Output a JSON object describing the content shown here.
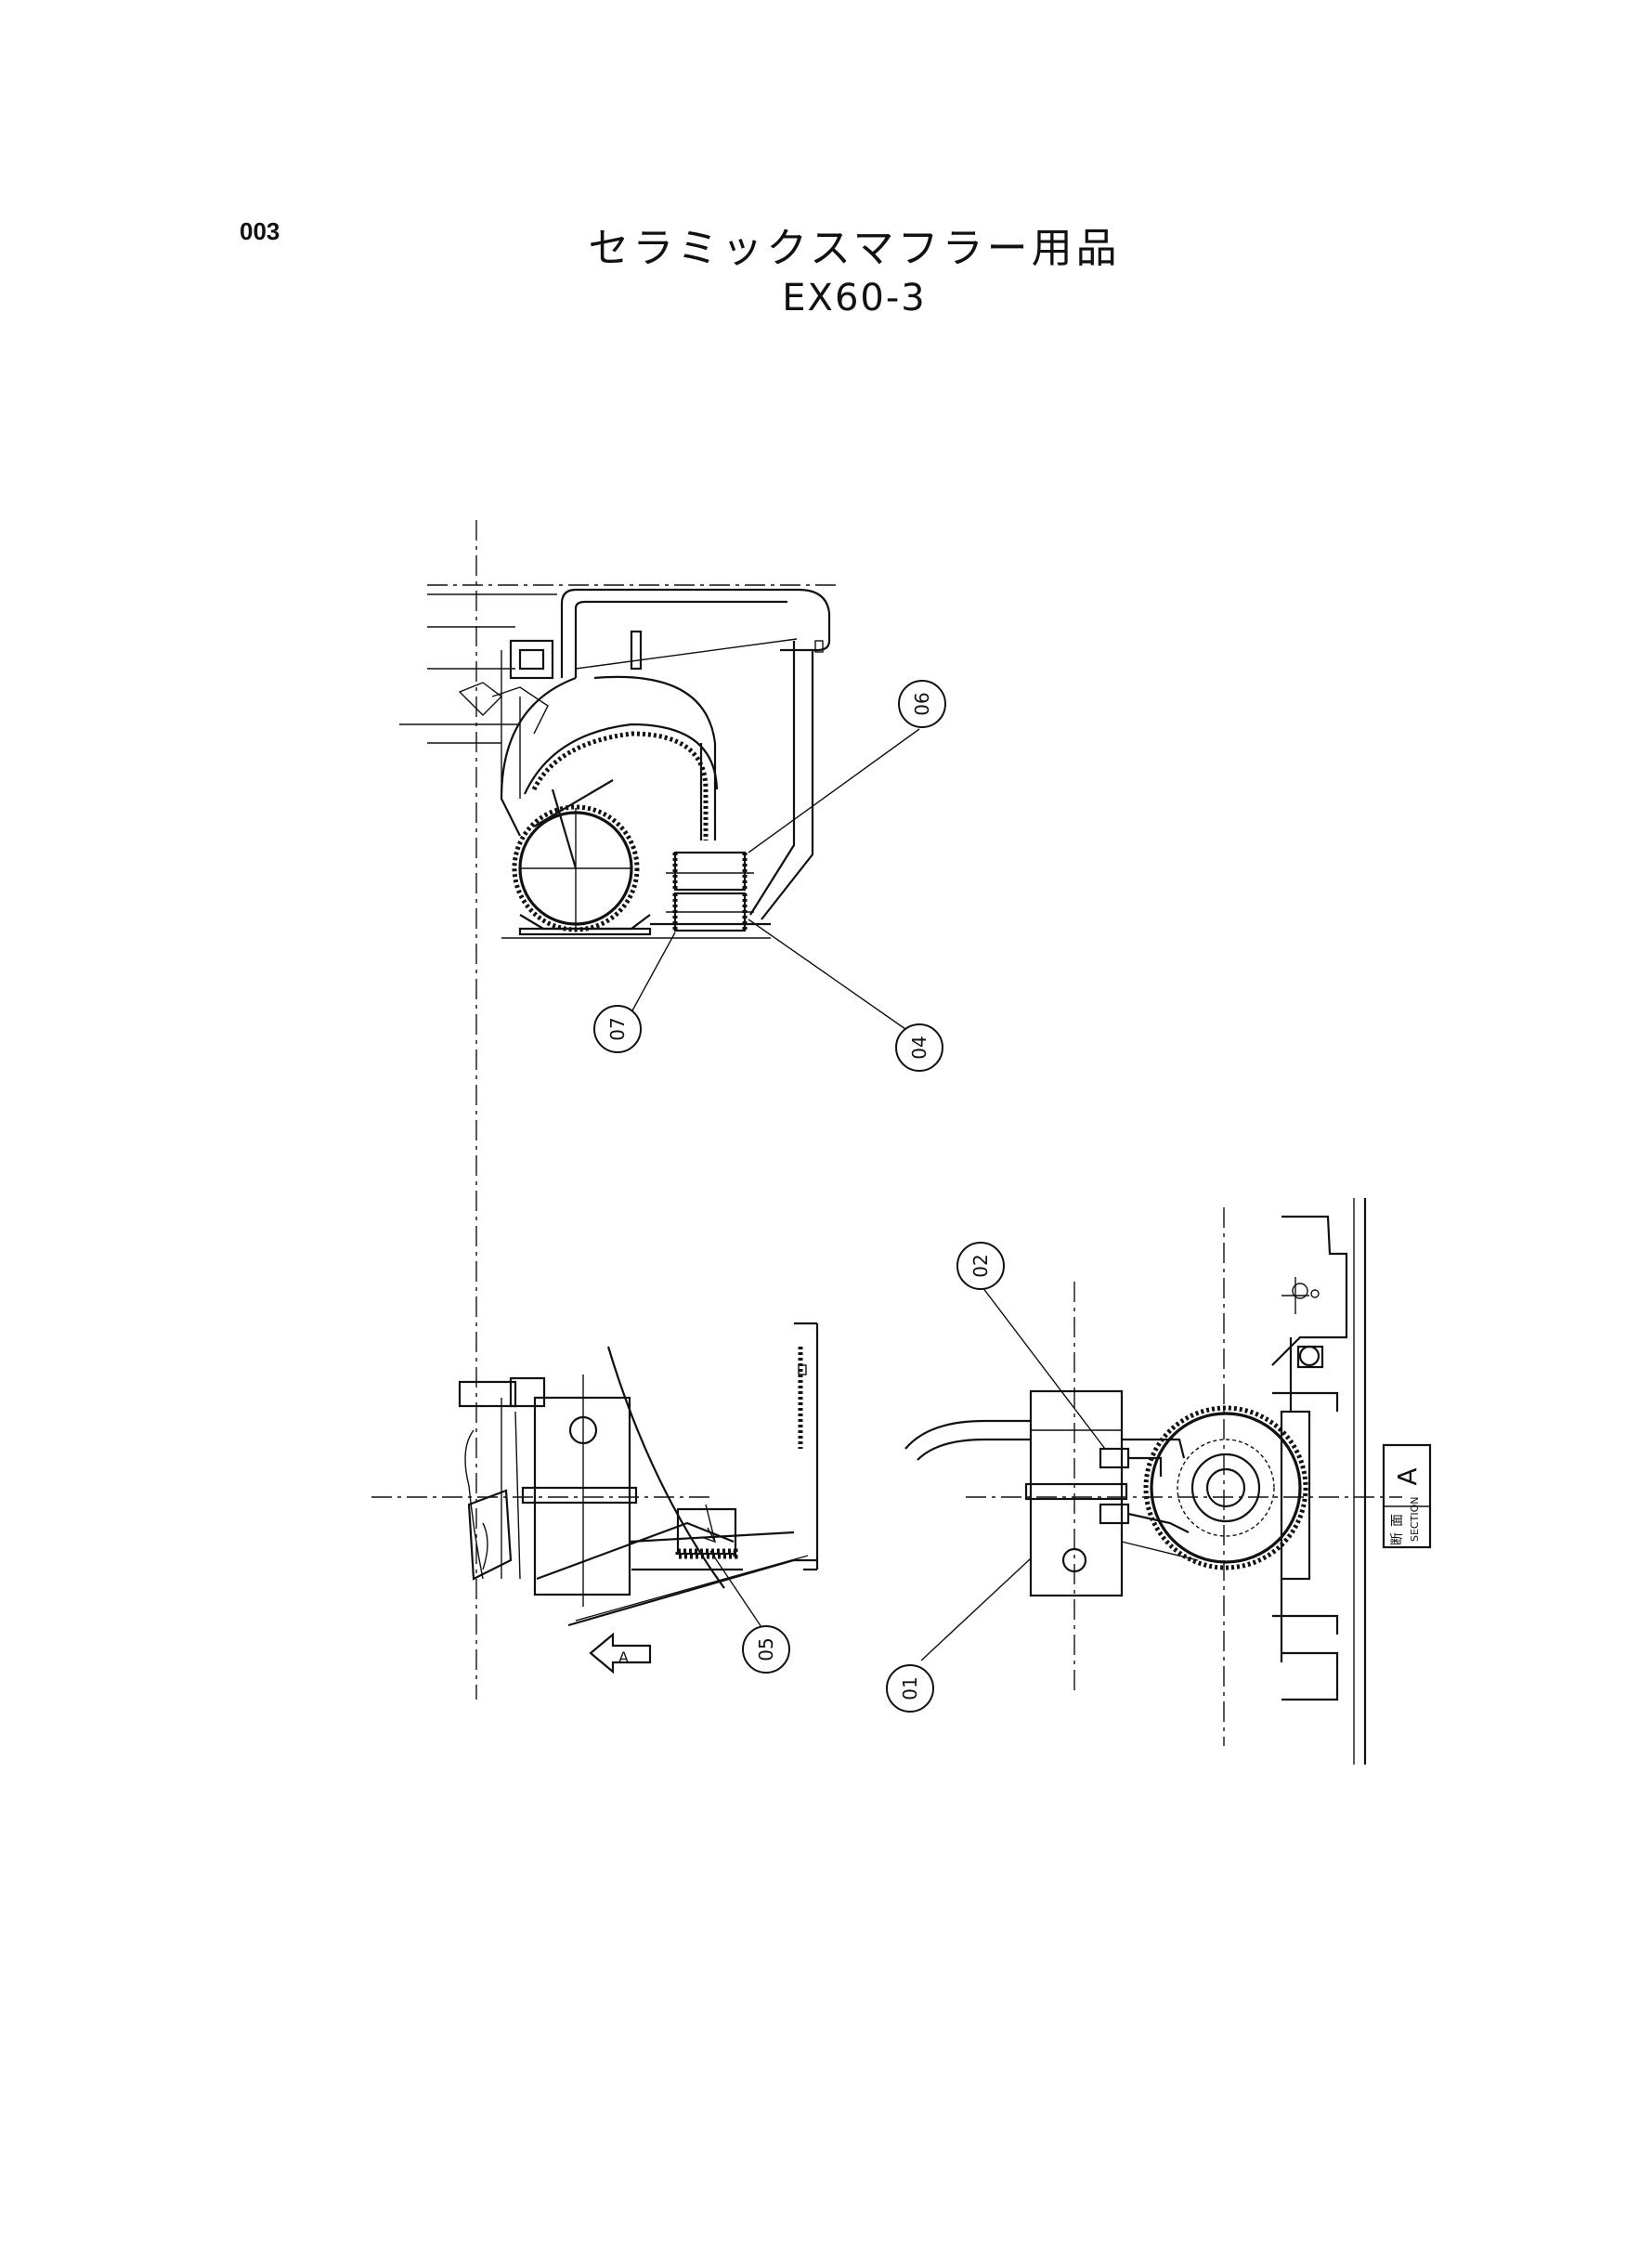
{
  "page": {
    "number": "003"
  },
  "title": {
    "main": "セラミックスマフラー用品",
    "model": "EX60-3"
  },
  "callouts": [
    {
      "id": "c06",
      "label": "06"
    },
    {
      "id": "c07",
      "label": "07"
    },
    {
      "id": "c04",
      "label": "04"
    },
    {
      "id": "c02",
      "label": "02"
    },
    {
      "id": "c05",
      "label": "05"
    },
    {
      "id": "c01",
      "label": "01"
    }
  ],
  "section_marker": {
    "letter": "A"
  },
  "section_box": {
    "kanji_1": "断",
    "kanji_2": "面",
    "text": "SECTION",
    "letter": "A"
  }
}
